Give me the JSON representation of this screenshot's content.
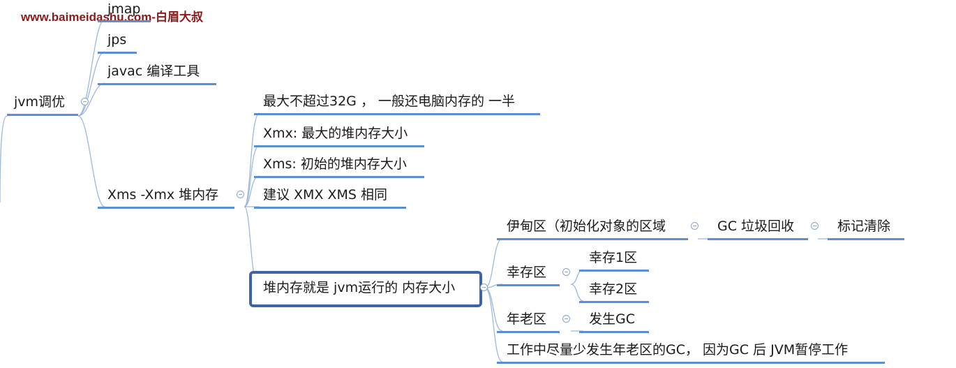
{
  "watermark": "www.baimeidashu.com-白眉大叔",
  "root": "jvm调优",
  "tools": {
    "jmap": "jmap",
    "jps": "jps",
    "javac": "javac  编译工具"
  },
  "heap": {
    "label": "Xms -Xmx 堆内存",
    "max_note": "最大不超过32G ，  一般还电脑内存的 一半",
    "xmx": "Xmx: 最大的堆内存大小",
    "xms": "Xms: 初始的堆内存大小",
    "same": "建议 XMX XMS 相同",
    "definition": "堆内存就是 jvm运行的 内存大小"
  },
  "regions": {
    "eden": "伊甸区（初始化对象的区域",
    "gc": "GC 垃圾回收",
    "mark_sweep": "标记清除",
    "survivor": "幸存区",
    "survivor1": "幸存1区",
    "survivor2": "幸存2区",
    "old": "年老区",
    "old_gc": "发生GC",
    "tip": "工作中尽量少发生年老区的GC，  因为GC 后 JVM暂停工作"
  },
  "colors": {
    "underline": "#5b8fd4",
    "connector": "#9db8dc",
    "selection_border": "#3f63a8",
    "watermark": "#8b1a1a"
  }
}
